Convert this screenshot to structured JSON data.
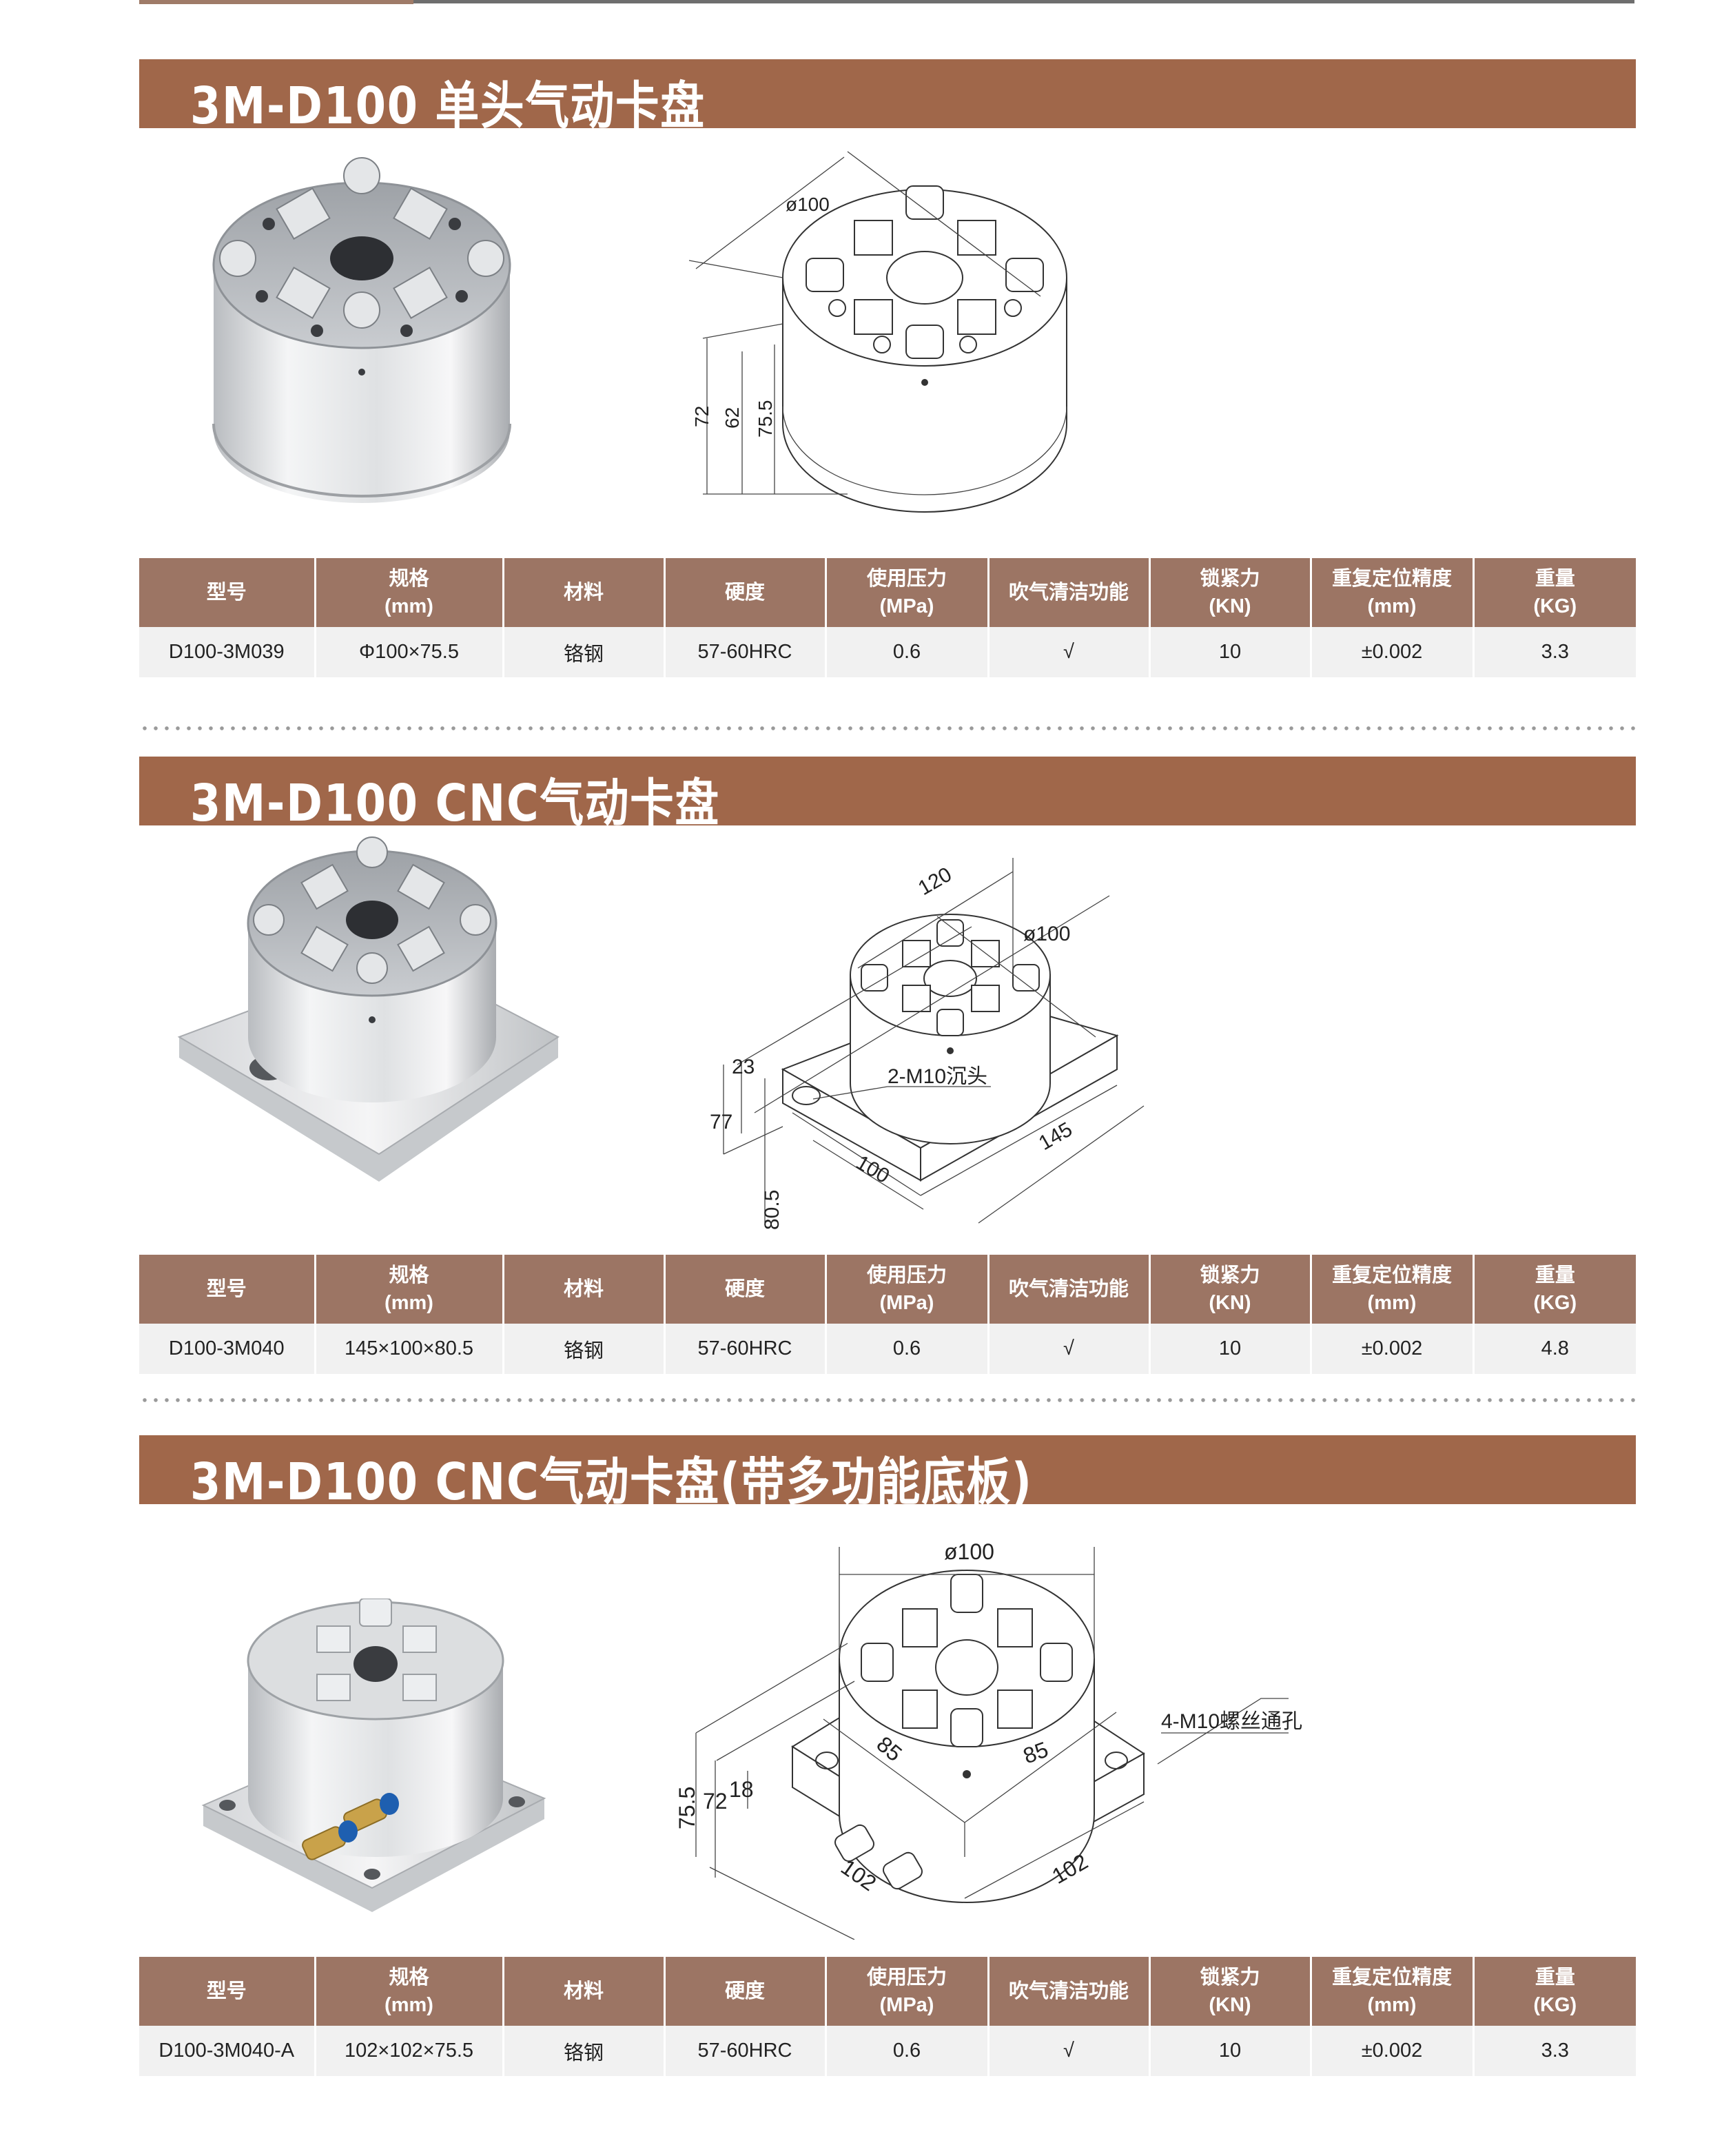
{
  "colors": {
    "banner": "#a0674a",
    "table_header": "#9c7564",
    "table_row": "#f1f1f1"
  },
  "table_headers": [
    {
      "l1": "型号",
      "l2": ""
    },
    {
      "l1": "规格",
      "l2": "(mm)"
    },
    {
      "l1": "材料",
      "l2": ""
    },
    {
      "l1": "硬度",
      "l2": ""
    },
    {
      "l1": "使用压力",
      "l2": "(MPa)"
    },
    {
      "l1": "吹气清洁功能",
      "l2": ""
    },
    {
      "l1": "锁紧力",
      "l2": "(KN)"
    },
    {
      "l1": "重复定位精度",
      "l2": "(mm)"
    },
    {
      "l1": "重量",
      "l2": "(KG)"
    }
  ],
  "sections": [
    {
      "title": "3M-D100 单头气动卡盘",
      "drawing": {
        "dia": "ø100",
        "h1": "72",
        "h2": "62",
        "h3": "75.5"
      },
      "row": [
        "D100-3M039",
        "Φ100×75.5",
        "铬钢",
        "57-60HRC",
        "0.6",
        "√",
        "10",
        "±0.002",
        "3.3"
      ]
    },
    {
      "title": "3M-D100 CNC气动卡盘",
      "drawing": {
        "len": "120",
        "dia": "ø100",
        "h1": "23",
        "h2": "77",
        "h3": "80.5",
        "note": "2-M10沉头",
        "w": "100",
        "l": "145"
      },
      "row": [
        "D100-3M040",
        "145×100×80.5",
        "铬钢",
        "57-60HRC",
        "0.6",
        "√",
        "10",
        "±0.002",
        "4.8"
      ]
    },
    {
      "title": "3M-D100 CNC气动卡盘(带多功能底板)",
      "drawing": {
        "dia": "ø100",
        "note": "4-M10螺丝通孔",
        "a": "85",
        "b": "85",
        "h1": "75.5",
        "h2": "72",
        "h3": "18",
        "w": "102",
        "l": "102"
      },
      "row": [
        "D100-3M040-A",
        "102×102×75.5",
        "铬钢",
        "57-60HRC",
        "0.6",
        "√",
        "10",
        "±0.002",
        "3.3"
      ]
    }
  ]
}
